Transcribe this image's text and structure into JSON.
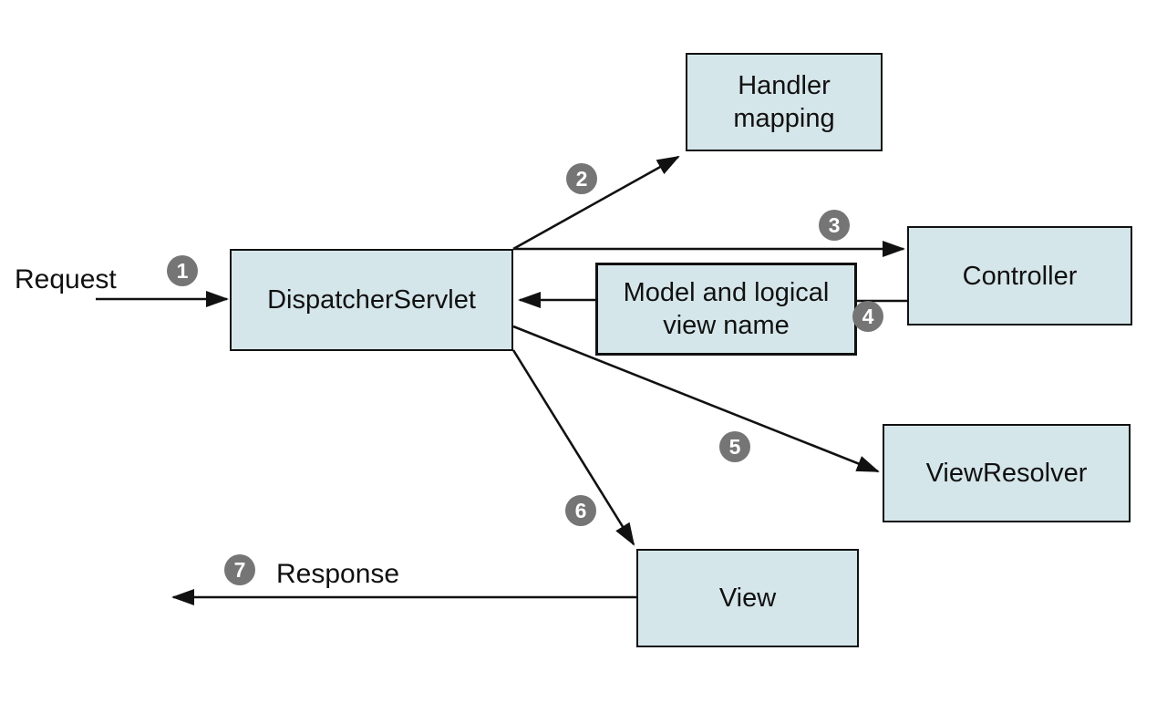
{
  "colors": {
    "background": "#ffffff",
    "box_fill": "#d5e6ea",
    "box_border": "#111111",
    "badge_bg": "#757575",
    "badge_text": "#ffffff",
    "arrow": "#111111",
    "text": "#111111"
  },
  "boxes": {
    "handler_mapping": {
      "line1": "Handler",
      "line2": "mapping"
    },
    "dispatcher_servlet": {
      "line1": "DispatcherServlet"
    },
    "controller": {
      "line1": "Controller"
    },
    "model_and_view": {
      "line1": "Model and logical",
      "line2": "view name"
    },
    "view_resolver": {
      "line1": "ViewResolver"
    },
    "view": {
      "line1": "View"
    }
  },
  "labels": {
    "request": "Request",
    "response": "Response"
  },
  "steps": {
    "s1": "1",
    "s2": "2",
    "s3": "3",
    "s4": "4",
    "s5": "5",
    "s6": "6",
    "s7": "7"
  }
}
